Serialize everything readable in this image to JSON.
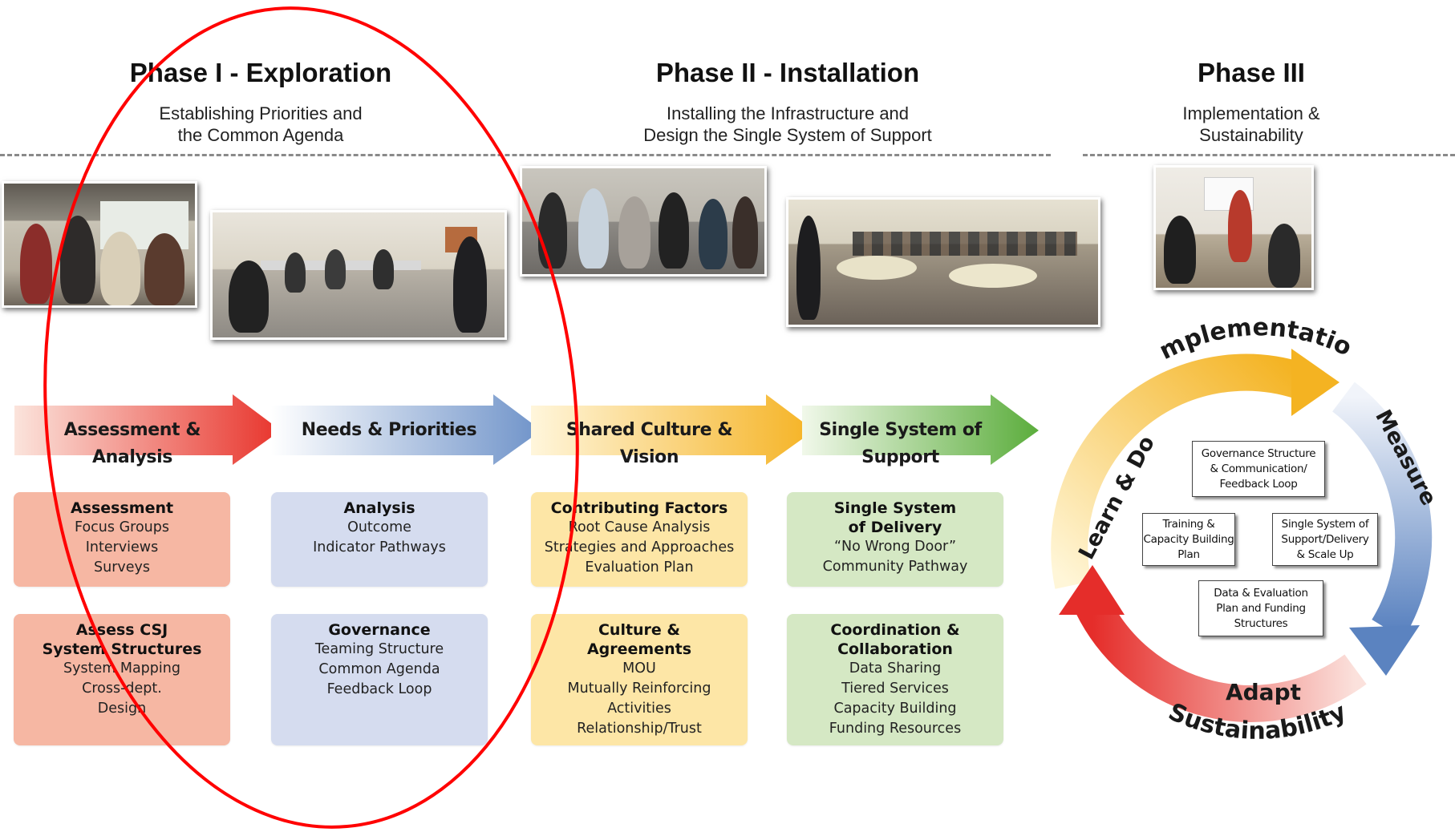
{
  "phases": [
    {
      "title": "Phase I - Exploration",
      "subtitle": "Establishing Priorities and\nthe Common Agenda"
    },
    {
      "title": "Phase II - Installation",
      "subtitle": "Installing the Infrastructure and\nDesign the Single System of Support"
    },
    {
      "title": "Phase III",
      "subtitle": "Implementation &\nSustainability"
    }
  ],
  "band": [
    {
      "label": "Assessment & Analysis",
      "color": "#e8342c"
    },
    {
      "label": "Needs & Priorities",
      "color": "#6f93c9"
    },
    {
      "label": "Shared Culture & Vision",
      "color": "#f5b324"
    },
    {
      "label": "Single System of Support",
      "color": "#5bad3c"
    }
  ],
  "cards": [
    {
      "title": "Assessment",
      "lines": "Focus Groups\nInterviews\nSurveys"
    },
    {
      "title": "Analysis",
      "lines": "Outcome\nIndicator Pathways"
    },
    {
      "title": "Contributing Factors",
      "lines": "Root Cause Analysis\nStrategies and Approaches\nEvaluation Plan"
    },
    {
      "title": "Single System\nof Delivery",
      "lines": "“No Wrong Door”\nCommunity Pathway"
    },
    {
      "title": "Assess CSJ\nSystem Structures",
      "lines": "System Mapping\nCross-dept.\nDesign"
    },
    {
      "title": "Governance",
      "lines": "Teaming Structure\nCommon Agenda\nFeedback Loop"
    },
    {
      "title": "Culture &\nAgreements",
      "lines": "MOU\nMutually Reinforcing\nActivities\nRelationship/Trust"
    },
    {
      "title": "Coordination &\nCollaboration",
      "lines": "Data Sharing\nTiered Services\nCapacity Building\nFunding Resources"
    }
  ],
  "cycle": {
    "implementation": "Implementation",
    "measure": "Measure",
    "adapt": "Adapt",
    "sustainability": "Sustainability",
    "learn_do": "Learn & Do",
    "boxes": [
      "Governance Structure\n& Communication/\nFeedback Loop",
      "Training &\nCapacity Building\nPlan",
      "Single System of\nSupport/Delivery\n& Scale Up",
      "Data & Evaluation\nPlan and Funding\nStructures"
    ]
  },
  "colors": {
    "card_red": "#f6b7a3",
    "card_blue": "#d5dcef",
    "card_yellow": "#fde6a6",
    "card_green": "#d5e8c4",
    "highlight_ellipse": "#ff0000"
  },
  "icons": [
    "photo-workshop-wall",
    "photo-meeting-room",
    "photo-outdoor-circle",
    "photo-banquet-hall",
    "photo-presentation"
  ]
}
